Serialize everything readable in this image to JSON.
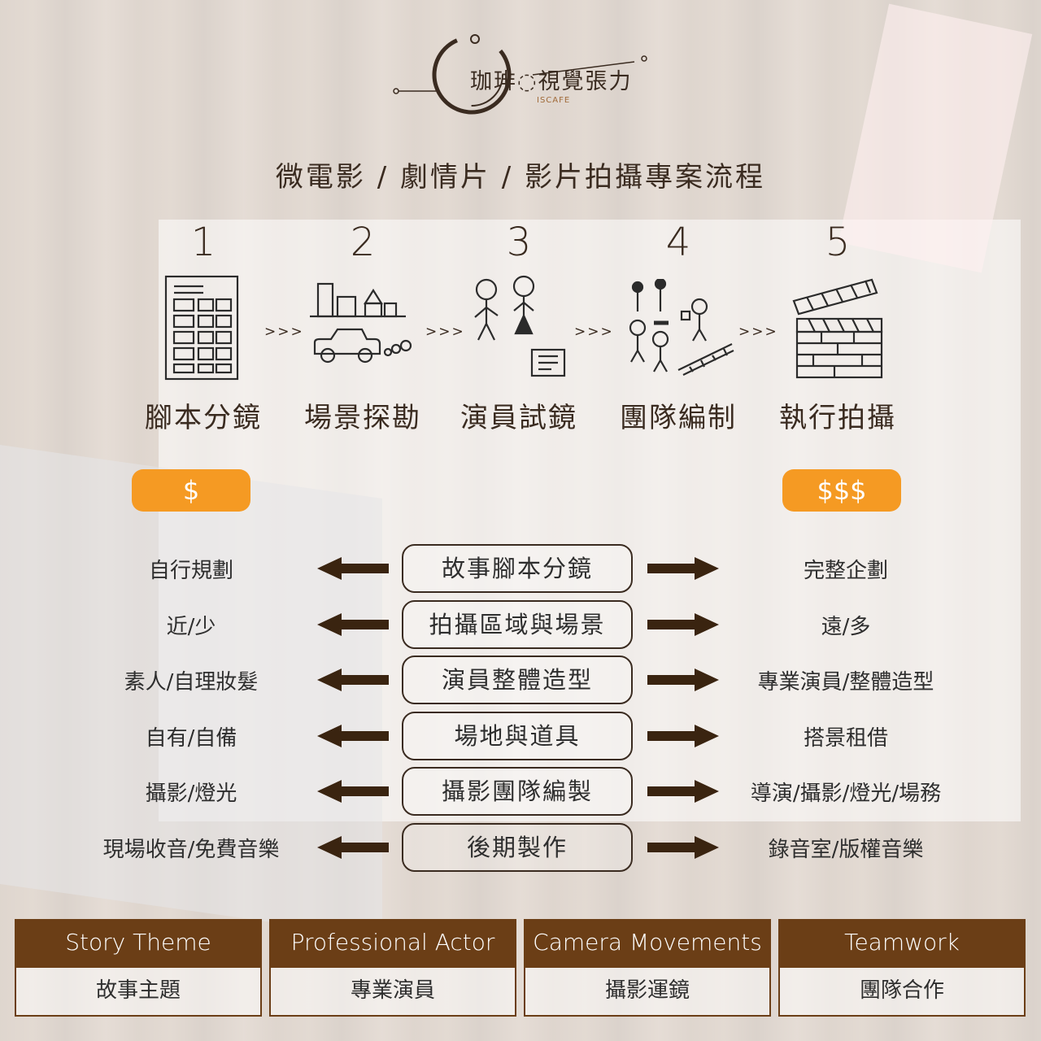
{
  "logo": {
    "text": "珈琲◌視覺張力",
    "sub": "ISCAFE"
  },
  "title": "微電影 / 劇情片 / 影片拍攝專案流程",
  "chevron": ">>>",
  "steps": [
    {
      "num": "1",
      "name": "腳本分鏡",
      "icon": "storyboard-icon"
    },
    {
      "num": "2",
      "name": "場景探勘",
      "icon": "location-car-icon"
    },
    {
      "num": "3",
      "name": "演員試鏡",
      "icon": "actors-audition-icon"
    },
    {
      "num": "4",
      "name": "團隊編制",
      "icon": "film-crew-icon"
    },
    {
      "num": "5",
      "name": "執行拍攝",
      "icon": "clapperboard-icon"
    }
  ],
  "cost": {
    "low": "$",
    "high": "$$$"
  },
  "colors": {
    "orange": "#f59a23",
    "brown": "#6b3e16",
    "text": "#3a2b20"
  },
  "rows": [
    {
      "left": "自行規劃",
      "center": "故事腳本分鏡",
      "right": "完整企劃"
    },
    {
      "left": "近/少",
      "center": "拍攝區域與場景",
      "right": "遠/多"
    },
    {
      "left": "素人/自理妝髮",
      "center": "演員整體造型",
      "right": "專業演員/整體造型"
    },
    {
      "left": "自有/自備",
      "center": "場地與道具",
      "right": "搭景租借"
    },
    {
      "left": "攝影/燈光",
      "center": "攝影團隊編製",
      "right": "導演/攝影/燈光/場務"
    },
    {
      "left": "現場收音/免費音樂",
      "center": "後期製作",
      "right": "錄音室/版權音樂"
    }
  ],
  "cards": [
    {
      "en": "Story Theme",
      "zh": "故事主題"
    },
    {
      "en": "Professional Actor",
      "zh": "專業演員"
    },
    {
      "en": "Camera Movements",
      "zh": "攝影運鏡"
    },
    {
      "en": "Teamwork",
      "zh": "團隊合作"
    }
  ]
}
